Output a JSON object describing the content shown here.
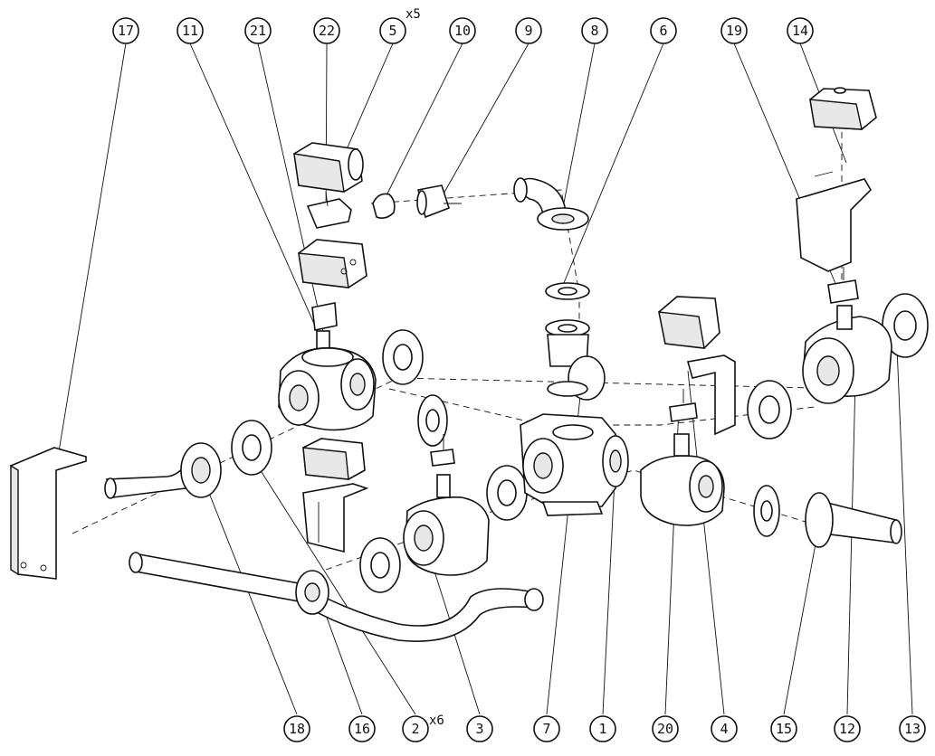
{
  "callouts_top": [
    "17",
    "11",
    "21",
    "22",
    "5",
    "10",
    "9",
    "8",
    "6",
    "19",
    "14"
  ],
  "callouts_bottom": [
    "18",
    "16",
    "2",
    "3",
    "7",
    "1",
    "20",
    "4",
    "15",
    "12",
    "13"
  ],
  "multipliers": {
    "part_5": "x5",
    "part_2": "x6"
  }
}
